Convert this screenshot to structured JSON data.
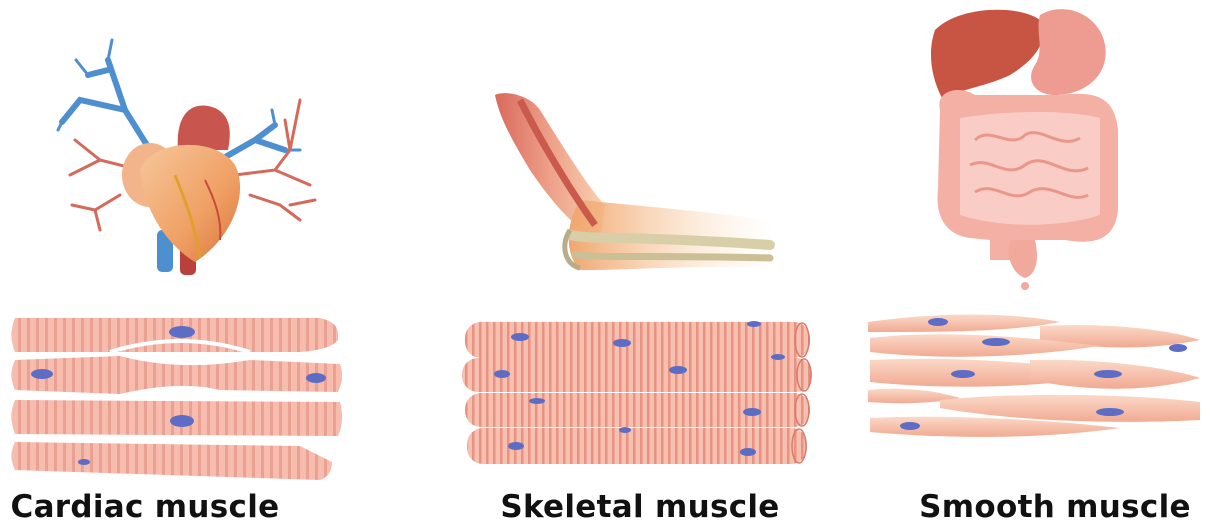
{
  "panels": [
    {
      "id": "cardiac",
      "organ": "heart-illustration",
      "caption": "Cardiac muscle"
    },
    {
      "id": "skeletal",
      "organ": "arm-illustration",
      "caption": "Skeletal muscle"
    },
    {
      "id": "smooth",
      "organ": "digestive-organs-illustration",
      "caption": "Smooth muscle"
    }
  ],
  "colors": {
    "fiber": "#f4b3a6",
    "fiber_light": "#fbd9cf",
    "stripe": "#e9948a",
    "nucleus": "#5d6cc4",
    "artery": "#c9564e",
    "vein": "#4e8fd0",
    "caption": "#111111"
  }
}
